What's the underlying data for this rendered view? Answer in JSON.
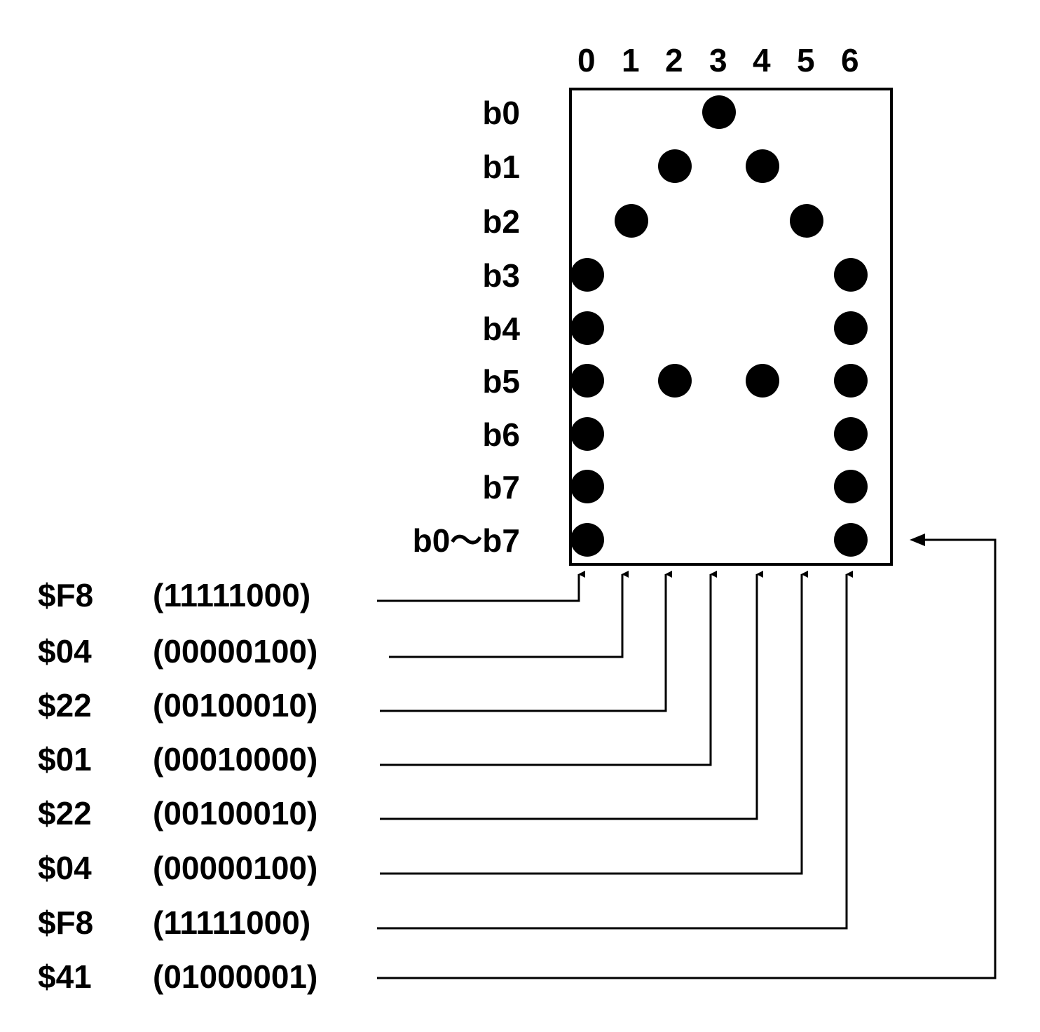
{
  "column_labels": [
    "0",
    "1",
    "2",
    "3",
    "4",
    "5",
    "6"
  ],
  "row_labels": [
    "b0",
    "b1",
    "b2",
    "b3",
    "b4",
    "b5",
    "b6",
    "b7",
    "b0～b7"
  ],
  "dot_matrix": [
    [
      0,
      0,
      0,
      1,
      0,
      0,
      0
    ],
    [
      0,
      0,
      1,
      0,
      1,
      0,
      0
    ],
    [
      0,
      1,
      0,
      0,
      0,
      1,
      0
    ],
    [
      1,
      0,
      0,
      0,
      0,
      0,
      1
    ],
    [
      1,
      0,
      0,
      0,
      0,
      0,
      1
    ],
    [
      1,
      0,
      1,
      0,
      1,
      0,
      1
    ],
    [
      1,
      0,
      0,
      0,
      0,
      0,
      1
    ],
    [
      1,
      0,
      0,
      0,
      0,
      0,
      1
    ],
    [
      1,
      0,
      0,
      0,
      0,
      0,
      1
    ]
  ],
  "bytes": [
    {
      "hex": "$F8",
      "binary": "(11111000)"
    },
    {
      "hex": "$04",
      "binary": "(00000100)"
    },
    {
      "hex": "$22",
      "binary": "(00100010)"
    },
    {
      "hex": "$01",
      "binary": "(00010000)"
    },
    {
      "hex": "$22",
      "binary": "(00100010)"
    },
    {
      "hex": "$04",
      "binary": "(00000100)"
    },
    {
      "hex": "$F8",
      "binary": "(11111000)"
    },
    {
      "hex": "$41",
      "binary": "(01000001)"
    }
  ]
}
